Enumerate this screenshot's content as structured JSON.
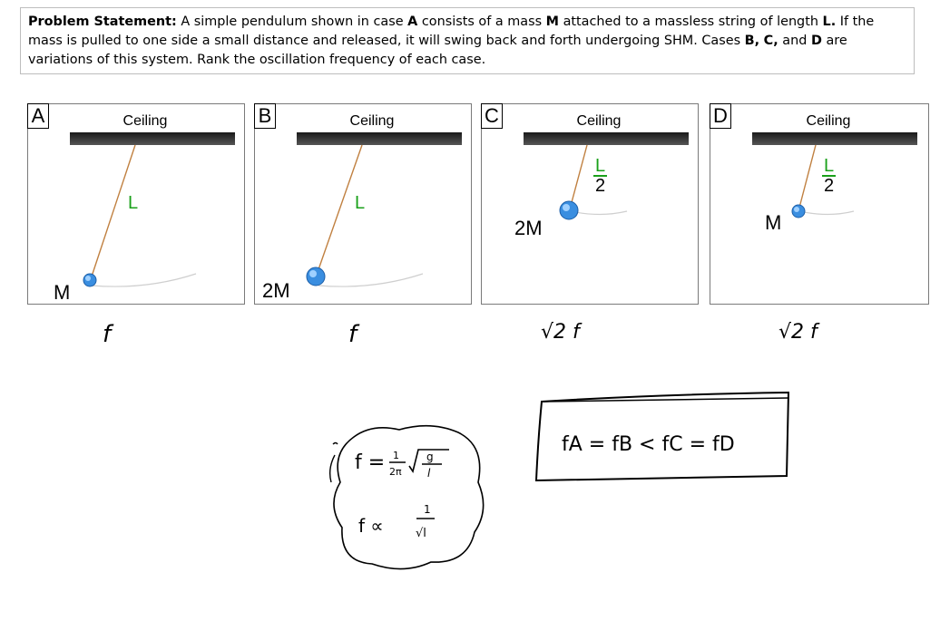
{
  "problem": {
    "label": "Problem Statement:",
    "s1": " A simple pendulum shown in case ",
    "A": "A",
    "s2": " consists of a mass ",
    "M": "M",
    "s3": " attached to a massless string of length ",
    "L": "L.",
    "s4": "  If the mass is pulled to one side a small distance and released, it will swing back and forth undergoing SHM.  Cases ",
    "B": "B,",
    "s5": " ",
    "C": "C,",
    "s6": " and ",
    "D": "D",
    "s7": " are variations of this system.  Rank the oscillation frequency of each case."
  },
  "panels": [
    {
      "letter": "A",
      "ceiling": "Ceiling",
      "mass": "M",
      "length": "L",
      "answer": "f"
    },
    {
      "letter": "B",
      "ceiling": "Ceiling",
      "mass": "2M",
      "length": "L",
      "answer": "f"
    },
    {
      "letter": "C",
      "ceiling": "Ceiling",
      "mass": "2M",
      "length_num": "L",
      "length_den": "2",
      "answer": "√2 f"
    },
    {
      "letter": "D",
      "ceiling": "Ceiling",
      "mass": "M",
      "length_num": "L",
      "length_den": "2",
      "answer": "√2 f"
    }
  ],
  "notes": {
    "formula_lhs": "f =",
    "formula_num": "1",
    "formula_den": "2π",
    "formula_g": "g",
    "formula_l": "l",
    "prop_lhs": "f ∝",
    "prop_num": "1",
    "prop_den": "√l",
    "ranking": "fA = fB < fC = fD"
  },
  "colors": {
    "length_label": "#1aa01a",
    "string": "#c08040",
    "bob": "#3a8ee0"
  }
}
